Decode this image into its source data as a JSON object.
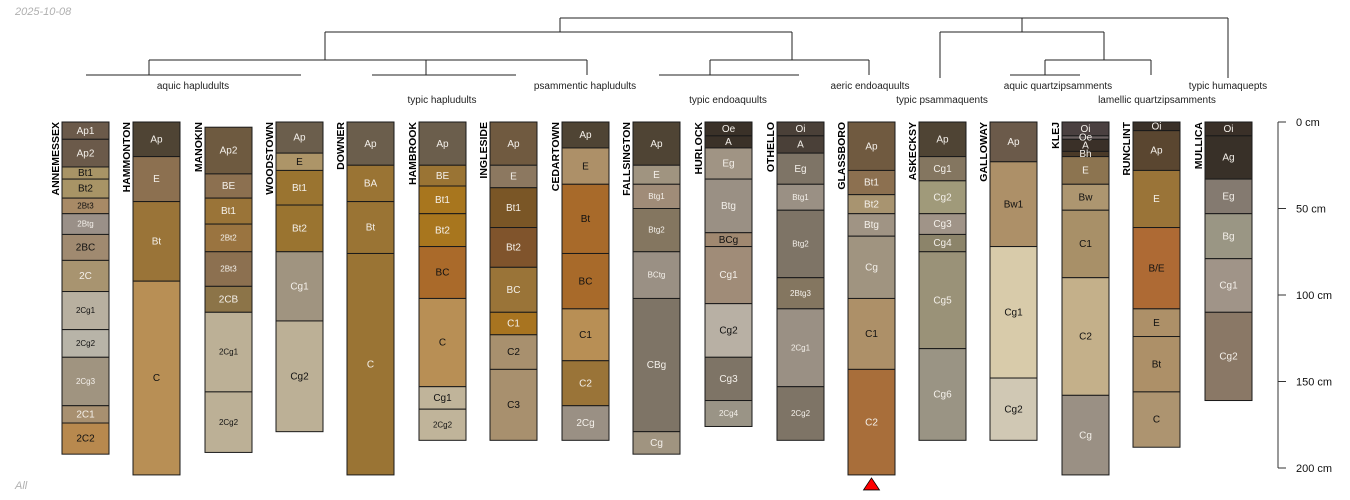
{
  "header": {
    "date": "2025-10-08"
  },
  "footer": {
    "label": "All"
  },
  "chart_data": {
    "type": "soil_profiles",
    "depth_unit": "cm",
    "ylim": [
      0,
      200
    ],
    "axis_ticks": [
      {
        "value": 0,
        "label": "0 cm"
      },
      {
        "value": 50,
        "label": "50 cm"
      },
      {
        "value": 100,
        "label": "100 cm"
      },
      {
        "value": 150,
        "label": "150 cm"
      },
      {
        "value": 200,
        "label": "200 cm"
      }
    ],
    "taxa_labels": [
      "aquic hapludults",
      "typic hapludults",
      "psammentic hapludults",
      "typic endoaquults",
      "aeric endoaquults",
      "typic psammaquents",
      "aquic quartzipsamments",
      "lamellic quartzipsamments",
      "typic humaquepts"
    ],
    "truncation_marker_profile": "GLASSBORO",
    "truncation_marker_color": "#ff0000",
    "profiles": [
      {
        "name": "ANNEMESSEX",
        "horizons": [
          [
            "Ap1",
            0,
            10,
            "#6b5a4a",
            "w"
          ],
          [
            "Ap2",
            10,
            26,
            "#6b5a4a",
            "w"
          ],
          [
            "Bt1",
            26,
            33,
            "#a89466",
            "b"
          ],
          [
            "Bt2",
            33,
            44,
            "#a89466",
            "b"
          ],
          [
            "2Bt3",
            44,
            53,
            "#a88a66",
            "b"
          ],
          [
            "2Btg",
            53,
            65,
            "#9a9088",
            "w"
          ],
          [
            "2BC",
            65,
            80,
            "#a08a70",
            "b"
          ],
          [
            "2C",
            80,
            98,
            "#a89470",
            "w"
          ],
          [
            "2Cg1",
            98,
            120,
            "#b8b0a0",
            "b"
          ],
          [
            "2Cg2",
            120,
            136,
            "#b8b4a8",
            "b"
          ],
          [
            "2Cg3",
            136,
            164,
            "#a09480",
            "w"
          ],
          [
            "2C1",
            164,
            174,
            "#a89070",
            "w"
          ],
          [
            "2C2",
            174,
            192,
            "#b8894e",
            "b"
          ]
        ]
      },
      {
        "name": "HAMMONTON",
        "horizons": [
          [
            "Ap",
            0,
            20,
            "#4f4434",
            "w"
          ],
          [
            "E",
            20,
            46,
            "#8c7050",
            "w"
          ],
          [
            "Bt",
            46,
            92,
            "#9a7438",
            "w"
          ],
          [
            "C",
            92,
            204,
            "#b88f55",
            "b"
          ]
        ]
      },
      {
        "name": "MANOKIN",
        "horizons": [
          [
            "Ap2",
            3,
            30,
            "#6e5a40",
            "w"
          ],
          [
            "BE",
            30,
            44,
            "#8c7050",
            "w"
          ],
          [
            "Bt1",
            44,
            59,
            "#9a7438",
            "w"
          ],
          [
            "2Bt2",
            59,
            75,
            "#9a7440",
            "w"
          ],
          [
            "2Bt3",
            75,
            95,
            "#8c7050",
            "w"
          ],
          [
            "2CB",
            95,
            110,
            "#8c7448",
            "w"
          ],
          [
            "2Cg1",
            110,
            156,
            "#bcb096",
            "b"
          ],
          [
            "2Cg2",
            156,
            191,
            "#bcb096",
            "b"
          ]
        ]
      },
      {
        "name": "WOODSTOWN",
        "horizons": [
          [
            "Ap",
            0,
            18,
            "#6b5e4c",
            "w"
          ],
          [
            "E",
            18,
            28,
            "#ad9568",
            "b"
          ],
          [
            "Bt1",
            28,
            48,
            "#9a7430",
            "w"
          ],
          [
            "Bt2",
            48,
            75,
            "#9a7430",
            "w"
          ],
          [
            "Cg1",
            75,
            115,
            "#a09480",
            "w"
          ],
          [
            "Cg2",
            115,
            179,
            "#bcb096",
            "b"
          ]
        ]
      },
      {
        "name": "DOWNER",
        "horizons": [
          [
            "Ap",
            0,
            25,
            "#6b5e4c",
            "w"
          ],
          [
            "BA",
            25,
            46,
            "#9a7434",
            "w"
          ],
          [
            "Bt",
            46,
            76,
            "#9a7434",
            "w"
          ],
          [
            "C",
            76,
            204,
            "#9a7434",
            "w"
          ]
        ]
      },
      {
        "name": "HAMBROOK",
        "horizons": [
          [
            "Ap",
            0,
            25,
            "#6b5e4c",
            "w"
          ],
          [
            "BE",
            25,
            37,
            "#9a7434",
            "w"
          ],
          [
            "Bt1",
            37,
            53,
            "#a8761e",
            "w"
          ],
          [
            "Bt2",
            53,
            72,
            "#a8761e",
            "w"
          ],
          [
            "BC",
            72,
            102,
            "#aa6a2a",
            "b"
          ],
          [
            "C",
            102,
            153,
            "#b88f55",
            "b"
          ],
          [
            "Cg1",
            153,
            166,
            "#c0b49a",
            "b"
          ],
          [
            "2Cg2",
            166,
            184,
            "#c0b49a",
            "b"
          ]
        ]
      },
      {
        "name": "INGLESIDE",
        "horizons": [
          [
            "Ap",
            0,
            25,
            "#705a40",
            "w"
          ],
          [
            "E",
            25,
            38,
            "#8c7860",
            "w"
          ],
          [
            "Bt1",
            38,
            61,
            "#7a5626",
            "w"
          ],
          [
            "Bt2",
            61,
            84,
            "#80542c",
            "w"
          ],
          [
            "BC",
            84,
            110,
            "#9a7438",
            "w"
          ],
          [
            "C1",
            110,
            123,
            "#a87420",
            "w"
          ],
          [
            "C2",
            123,
            143,
            "#a8906e",
            "b"
          ],
          [
            "C3",
            143,
            184,
            "#a8906e",
            "b"
          ]
        ]
      },
      {
        "name": "CEDARTOWN",
        "horizons": [
          [
            "Ap",
            0,
            15,
            "#4f4434",
            "w"
          ],
          [
            "E",
            15,
            36,
            "#ad9068",
            "b"
          ],
          [
            "Bt",
            36,
            76,
            "#a86a2a",
            "b"
          ],
          [
            "BC",
            76,
            108,
            "#a86a2a",
            "b"
          ],
          [
            "C1",
            108,
            138,
            "#b88f55",
            "b"
          ],
          [
            "C2",
            138,
            164,
            "#9a7438",
            "w"
          ],
          [
            "2Cg",
            164,
            184,
            "#9a9084",
            "w"
          ]
        ]
      },
      {
        "name": "FALLSINGTON",
        "horizons": [
          [
            "Ap",
            0,
            25,
            "#4f4434",
            "w"
          ],
          [
            "E",
            25,
            36,
            "#a09480",
            "w"
          ],
          [
            "Btg1",
            36,
            50,
            "#a08c78",
            "w"
          ],
          [
            "Btg2",
            50,
            75,
            "#847660",
            "w"
          ],
          [
            "BCtg",
            75,
            102,
            "#9a9084",
            "w"
          ],
          [
            "CBg",
            102,
            179,
            "#7e7466",
            "w"
          ],
          [
            "Cg",
            179,
            192,
            "#a09480",
            "w"
          ]
        ]
      },
      {
        "name": "HURLOCK",
        "horizons": [
          [
            "Oe",
            0,
            8,
            "#3a3128",
            "w"
          ],
          [
            "A",
            8,
            15,
            "#3a3128",
            "w"
          ],
          [
            "Eg",
            15,
            33,
            "#a09484",
            "w"
          ],
          [
            "Btg",
            33,
            64,
            "#9a9084",
            "w"
          ],
          [
            "BCg",
            64,
            72,
            "#a08870",
            "b"
          ],
          [
            "Cg1",
            72,
            105,
            "#a08c78",
            "w"
          ],
          [
            "Cg2",
            105,
            136,
            "#b8b0a4",
            "b"
          ],
          [
            "Cg3",
            136,
            161,
            "#7e7466",
            "w"
          ],
          [
            "2Cg4",
            161,
            176,
            "#9a9486",
            "w"
          ]
        ]
      },
      {
        "name": "OTHELLO",
        "horizons": [
          [
            "Oi",
            0,
            8,
            "#4a4038",
            "w"
          ],
          [
            "A",
            8,
            18,
            "#4a4038",
            "w"
          ],
          [
            "Eg",
            18,
            36,
            "#7e7466",
            "w"
          ],
          [
            "Btg1",
            36,
            51,
            "#9a9084",
            "w"
          ],
          [
            "Btg2",
            51,
            90,
            "#7e7466",
            "w"
          ],
          [
            "2Btg3",
            90,
            108,
            "#847660",
            "w"
          ],
          [
            "2Cg1",
            108,
            153,
            "#9a9084",
            "w"
          ],
          [
            "2Cg2",
            153,
            184,
            "#7e7466",
            "w"
          ]
        ]
      },
      {
        "name": "GLASSBORO",
        "horizons": [
          [
            "Ap",
            0,
            28,
            "#705a40",
            "w"
          ],
          [
            "Bt1",
            28,
            42,
            "#8c7050",
            "w"
          ],
          [
            "Bt2",
            42,
            53,
            "#a89470",
            "w"
          ],
          [
            "Btg",
            53,
            66,
            "#a09484",
            "w"
          ],
          [
            "Cg",
            66,
            102,
            "#a09480",
            "w"
          ],
          [
            "C1",
            102,
            143,
            "#ad9068",
            "b"
          ],
          [
            "C2",
            143,
            204,
            "#a86e3a",
            "w"
          ]
        ]
      },
      {
        "name": "ASKECKSY",
        "horizons": [
          [
            "Ap",
            0,
            20,
            "#4f4434",
            "w"
          ],
          [
            "Cg1",
            20,
            34,
            "#847660",
            "w"
          ],
          [
            "Cg2",
            34,
            53,
            "#a09a7a",
            "w"
          ],
          [
            "Cg3",
            53,
            65,
            "#a09488",
            "w"
          ],
          [
            "Cg4",
            65,
            75,
            "#8c846a",
            "w"
          ],
          [
            "Cg5",
            75,
            131,
            "#9a9278",
            "w"
          ],
          [
            "Cg6",
            131,
            184,
            "#9a9484",
            "w"
          ]
        ]
      },
      {
        "name": "GALLOWAY",
        "horizons": [
          [
            "Ap",
            0,
            23,
            "#6b5a4a",
            "w"
          ],
          [
            "Bw1",
            23,
            72,
            "#ad9068",
            "b"
          ],
          [
            "Cg1",
            72,
            148,
            "#d8cbaa",
            "b"
          ],
          [
            "Cg2",
            148,
            184,
            "#d0c8b4",
            "b"
          ]
        ]
      },
      {
        "name": "KLEJ",
        "horizons": [
          [
            "Oi",
            0,
            8,
            "#4a4040",
            "w"
          ],
          [
            "Oe",
            8,
            10,
            "#6a6060",
            "w"
          ],
          [
            "A",
            10,
            17,
            "#3a3028",
            "w"
          ],
          [
            "Bh",
            17,
            20,
            "#4a3a28",
            "w"
          ],
          [
            "E",
            20,
            36,
            "#8c7450",
            "w"
          ],
          [
            "Bw",
            36,
            51,
            "#ad9670",
            "b"
          ],
          [
            "C1",
            51,
            90,
            "#a89068",
            "b"
          ],
          [
            "C2",
            90,
            158,
            "#c4b08a",
            "b"
          ],
          [
            "Cg",
            158,
            204,
            "#9a9084",
            "w"
          ]
        ]
      },
      {
        "name": "RUNCLINT",
        "horizons": [
          [
            "Oi",
            0,
            5,
            "#3a3028",
            "w"
          ],
          [
            "Ap",
            5,
            28,
            "#5a4630",
            "w"
          ],
          [
            "E",
            28,
            61,
            "#9a7438",
            "w"
          ],
          [
            "B/E",
            61,
            108,
            "#ae6a34",
            "b"
          ],
          [
            "E",
            108,
            124,
            "#ad9068",
            "b"
          ],
          [
            "Bt",
            124,
            156,
            "#ad9068",
            "b"
          ],
          [
            "C",
            156,
            188,
            "#ad9470",
            "b"
          ]
        ]
      },
      {
        "name": "MULLICA",
        "horizons": [
          [
            "Oi",
            0,
            8,
            "#3a3028",
            "w"
          ],
          [
            "Ag",
            8,
            33,
            "#383028",
            "w"
          ],
          [
            "Eg",
            33,
            53,
            "#847a70",
            "w"
          ],
          [
            "Bg",
            53,
            79,
            "#9a9684",
            "w"
          ],
          [
            "Cg1",
            79,
            110,
            "#a09488",
            "w"
          ],
          [
            "Cg2",
            110,
            161,
            "#8a7866",
            "w"
          ]
        ]
      }
    ]
  }
}
